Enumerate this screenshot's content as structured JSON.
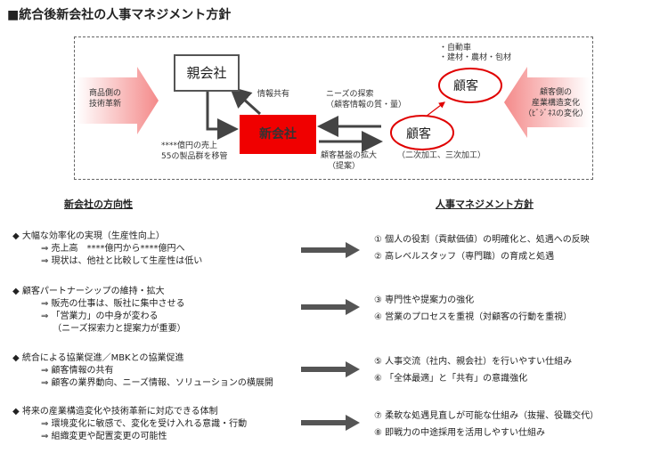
{
  "title": "■統合後新会社の人事マネジメント方針",
  "diagram": {
    "left_label": [
      "商品側の",
      "技術革新"
    ],
    "right_label": [
      "顧客側の",
      "産業構造変化",
      "（ﾋﾞｼﾞﾈｽの変化）"
    ],
    "parent_company": "親会社",
    "new_company": "新会社",
    "info_share": "情報共有",
    "transfer_note": [
      "****億円の売上",
      "55の製品群を移管"
    ],
    "needs_explore": [
      "ニーズの探索",
      "（顧客情報の質・量）"
    ],
    "customer_expand": [
      "顧客基盤の拡大",
      "（提案）"
    ],
    "customer_label": "顧客",
    "customer_top_note": [
      "・自動車",
      "・建材・農材・包材"
    ],
    "customer_bottom_note": "（二次加工、三次加工）"
  },
  "left_heading": "新会社の方向性",
  "right_heading": "人事マネジメント方針",
  "rows": [
    {
      "bullet": "◆ 大幅な効率化の実現（生産性向上）",
      "subs": [
        "⇒ 売上高　****億円から****億円へ",
        "⇒ 現状は、他社と比較して生産性は低い"
      ],
      "policies": [
        "① 個人の役割（貢献価値）の明確化と、処遇への反映",
        "② 高レベルスタッフ（専門職）の育成と処遇"
      ]
    },
    {
      "bullet": "◆ 顧客パートナーシップの維持・拡大",
      "subs": [
        "⇒ 販売の仕事は、販社に集中させる",
        "⇒ 「営業力」の中身が変わる",
        "　 （ニーズ探索力と提案力が重要）"
      ],
      "policies": [
        "③ 専門性や提案力の強化",
        "④ 営業のプロセスを重視（対顧客の行動を重視）"
      ]
    },
    {
      "bullet": "◆ 統合による協業促進／MBKとの協業促進",
      "subs": [
        "⇒ 顧客情報の共有",
        "⇒ 顧客の業界動向、ニーズ情報、ソリューションの横展開"
      ],
      "policies": [
        "⑤ 人事交流（社内、親会社）を行いやすい仕組み",
        "⑥ 「全体最適」と「共有」の意識強化"
      ]
    },
    {
      "bullet": "◆ 将来の産業構造変化や技術革新に対応できる体制",
      "subs": [
        "⇒ 環境変化に敏感で、変化を受け入れる意識・行動",
        "⇒ 組織変更や配置変更の可能性"
      ],
      "policies": [
        "⑦ 柔軟な処遇見直しが可能な仕組み（抜擢、役職交代）",
        "⑧ 即戦力の中途採用を活用しやすい仕組み"
      ]
    }
  ],
  "colors": {
    "red": "#f00000",
    "arrow_pink": "#f7a5a5",
    "dark_arrow": "#555555"
  }
}
